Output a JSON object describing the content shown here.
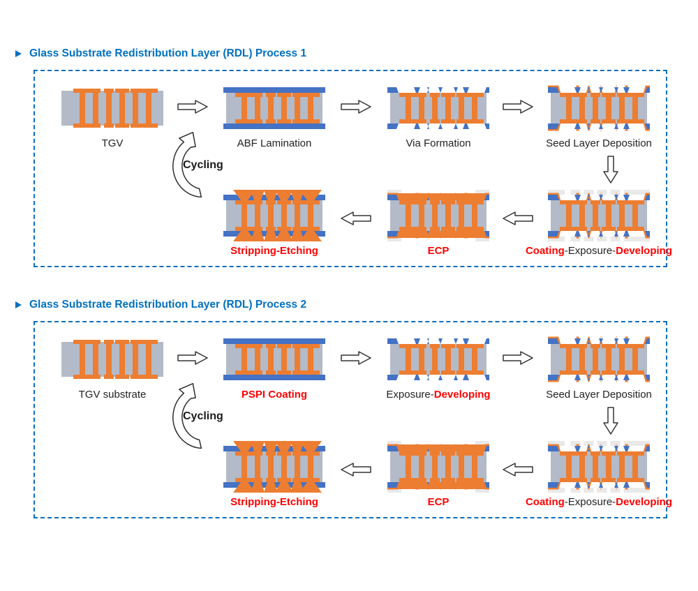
{
  "colors": {
    "accent_blue": "#0070C0",
    "diagram_blue": "#4472C4",
    "diagram_orange": "#ED7D31",
    "substrate_gray": "#b3bac8",
    "resist_gray": "#e9e9e9",
    "label_red": "#FF0000",
    "label_black": "#222222",
    "arrow_outline": "#333333"
  },
  "processes": [
    {
      "title": "Glass Substrate Redistribution Layer (RDL) Process 1",
      "cycling_label": "Cycling",
      "steps_top": [
        {
          "type": "tgv",
          "label": [
            {
              "text": "TGV",
              "style": "black"
            }
          ]
        },
        {
          "type": "lam",
          "label": [
            {
              "text": "ABF Lamination",
              "style": "black"
            }
          ]
        },
        {
          "type": "viaform",
          "label": [
            {
              "text": "Via Formation",
              "style": "black"
            }
          ]
        },
        {
          "type": "seed",
          "label": [
            {
              "text": "Seed Layer Deposition",
              "style": "black"
            }
          ]
        }
      ],
      "steps_bottom": [
        {
          "type": "coating",
          "label": [
            {
              "text": "Coating",
              "style": "red"
            },
            {
              "text": "-Exposure-",
              "style": "black"
            },
            {
              "text": "Developing",
              "style": "red"
            }
          ]
        },
        {
          "type": "ecp",
          "label": [
            {
              "text": "ECP",
              "style": "red"
            }
          ]
        },
        {
          "type": "strip",
          "label": [
            {
              "text": "Stripping-Etching",
              "style": "red"
            }
          ]
        }
      ]
    },
    {
      "title": "Glass Substrate Redistribution Layer (RDL) Process 2",
      "cycling_label": "Cycling",
      "steps_top": [
        {
          "type": "tgv",
          "label": [
            {
              "text": "TGV substrate",
              "style": "black"
            }
          ]
        },
        {
          "type": "lam",
          "label": [
            {
              "text": "PSPI Coating",
              "style": "red"
            }
          ]
        },
        {
          "type": "viaform",
          "label": [
            {
              "text": "Exposure-",
              "style": "black"
            },
            {
              "text": "Developing",
              "style": "red"
            }
          ]
        },
        {
          "type": "seed",
          "label": [
            {
              "text": "Seed Layer Deposition",
              "style": "black"
            }
          ]
        }
      ],
      "steps_bottom": [
        {
          "type": "coating",
          "label": [
            {
              "text": "Coating",
              "style": "red"
            },
            {
              "text": "-Exposure-",
              "style": "black"
            },
            {
              "text": "Developing",
              "style": "red"
            }
          ]
        },
        {
          "type": "ecp",
          "label": [
            {
              "text": "ECP",
              "style": "red"
            }
          ]
        },
        {
          "type": "strip",
          "label": [
            {
              "text": "Stripping-Etching",
              "style": "red"
            }
          ]
        }
      ]
    }
  ]
}
